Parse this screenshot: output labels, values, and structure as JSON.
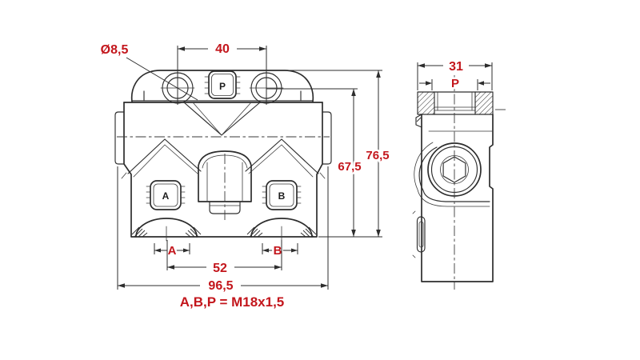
{
  "colors": {
    "line": "#2d2d2d",
    "dimension_text": "#c3161c",
    "background": "#ffffff"
  },
  "front_view": {
    "port_p_label": "P",
    "port_a_label": "A",
    "port_b_label": "B"
  },
  "dimensions": {
    "hole_diameter": "Ø8,5",
    "top_hole_spacing": "40",
    "side_width": "31",
    "side_port_label": "P",
    "height_total": "76,5",
    "height_to_axis": "67,5",
    "port_a_label": "A",
    "port_b_label": "B",
    "bottom_port_spacing": "52",
    "overall_width": "96,5",
    "thread_note": "A,B,P = M18x1,5"
  }
}
